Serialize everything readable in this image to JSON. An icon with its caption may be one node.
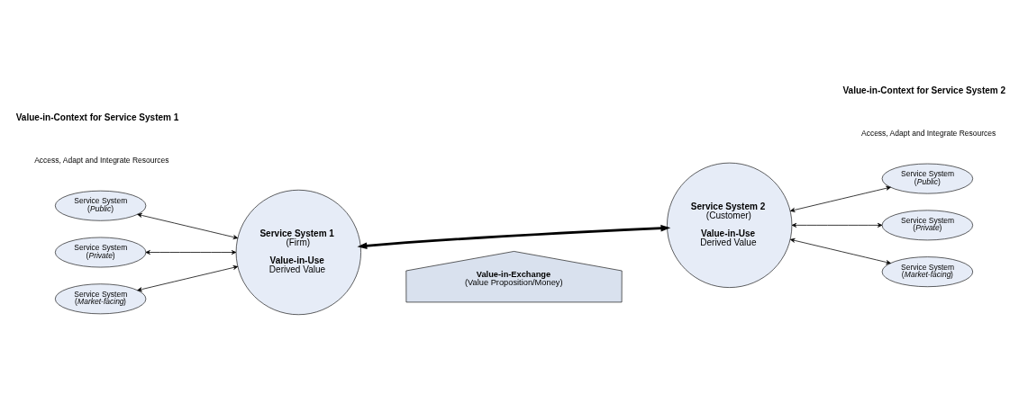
{
  "diagram": {
    "nodes": [
      {
        "text": [
          "Service System (*Public*)"
        ]
      },
      {
        "text": [
          "Service System (*Private*)"
        ]
      },
      {
        "text": [
          "Service System (*Market-facing*)"
        ]
      },
      {
        "text": [
          "Service System 1",
          "(Firm)",
          "Value-in-Use",
          "Derived Value"
        ]
      },
      {
        "text": [
          "Service System 2",
          "(Customer)",
          "Value-in-Use",
          "Derived Value"
        ]
      },
      {
        "text": [
          "Service System (*Public*)"
        ]
      },
      {
        "text": [
          "Service System (*Private*)"
        ]
      },
      {
        "text": [
          "Service System (*Market-facing*)"
        ]
      },
      {
        "text": [
          "Value-in-Exchange",
          "(Value Proposition/Money)"
        ]
      }
    ],
    "edges": [
      {
        "from": 0,
        "to": 3,
        "arrow": "both"
      },
      {
        "from": 1,
        "to": 3,
        "arrow": "both"
      },
      {
        "from": 2,
        "to": 3,
        "arrow": "both"
      },
      {
        "from": 3,
        "to": 4,
        "arrow": "both",
        "style": "thick"
      },
      {
        "from": 4,
        "to": 5,
        "arrow": "both"
      },
      {
        "from": 4,
        "to": 6,
        "arrow": "both"
      },
      {
        "from": 4,
        "to": 7,
        "arrow": "both"
      }
    ],
    "labels": [
      "Value-in-Context for Service System 1",
      "Value-in-Context for Service System 2",
      "Access, Adapt and Integrate Resources",
      "Access, Adapt and Integrate Resources"
    ]
  }
}
